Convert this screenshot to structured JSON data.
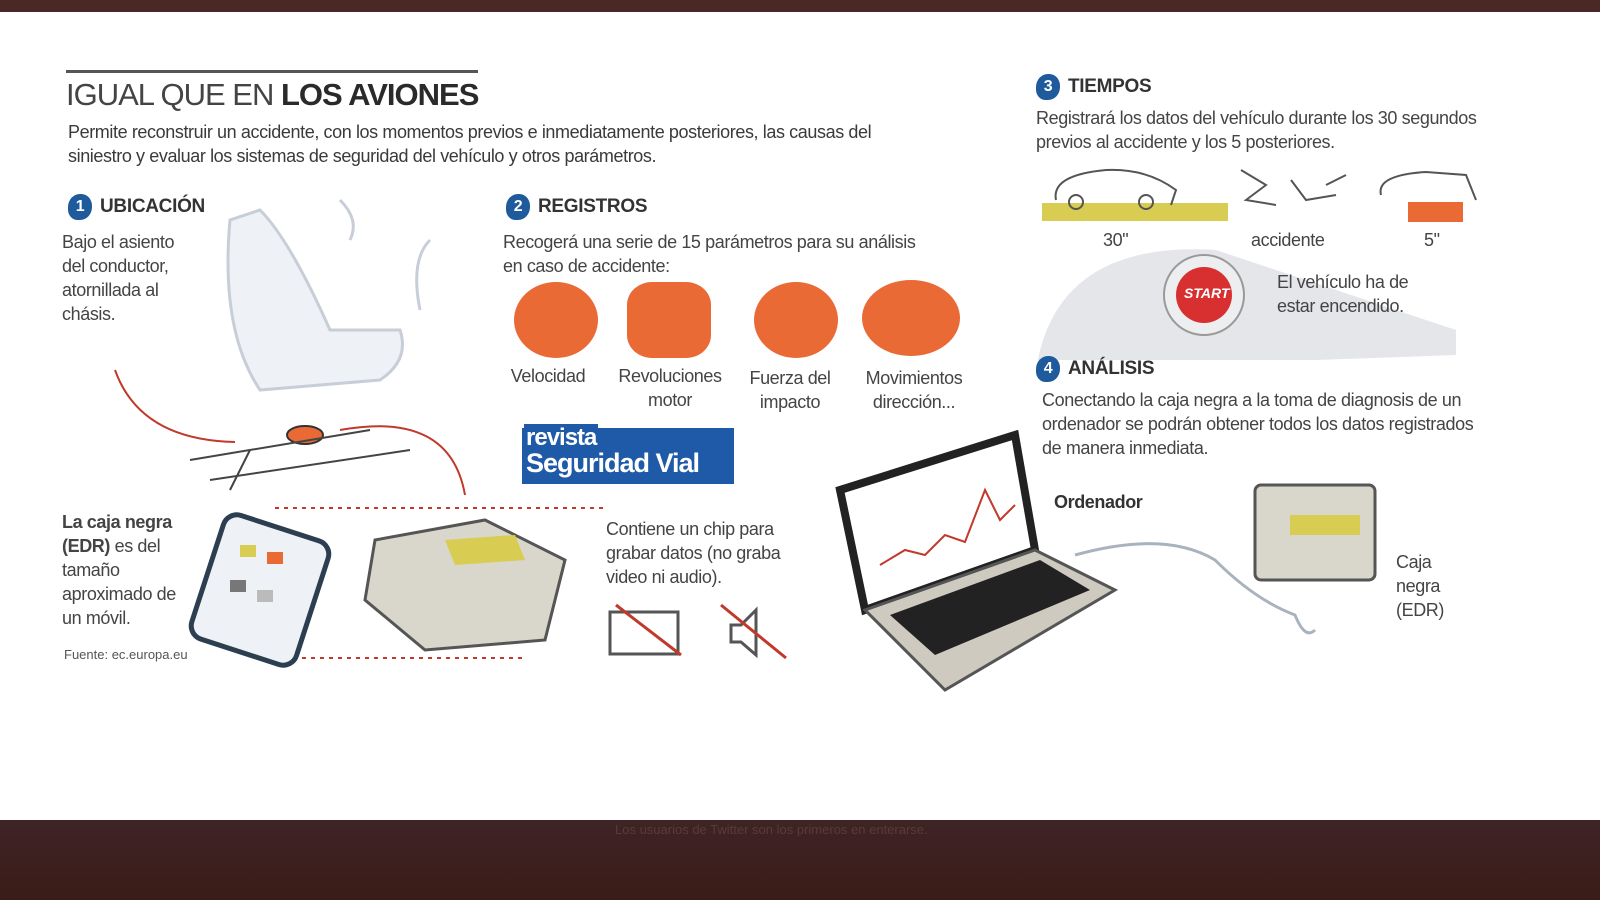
{
  "page": {
    "background_footer_text": "Los usuarios de Twitter son los primeros en enterarse.",
    "colors": {
      "accent_orange": "#e96a35",
      "number_badge_blue": "#1f5b9c",
      "bar_yellow": "#d8cc52",
      "frame_dark": "#4a2826"
    }
  },
  "infographic": {
    "title_light": "IGUAL QUE EN ",
    "title_bold": "LOS AVIONES",
    "intro": "Permite reconstruir un accidente, con los momentos previos e inmediatamente posteriores, las causas del siniestro y evaluar los sistemas de seguridad del vehículo y otros parámetros.",
    "sections": [
      {
        "number": "1",
        "heading": "UBICACIÓN",
        "text": "Bajo el asiento del conductor, atornillada al chásis."
      },
      {
        "number": "2",
        "heading": "REGISTROS",
        "text": "Recogerá una serie de 15 parámetros para su análisis en caso de accidente:",
        "parameters": [
          "Velocidad",
          "Revoluciones motor",
          "Fuerza del impacto",
          "Movimientos dirección..."
        ]
      },
      {
        "number": "3",
        "heading": "TIEMPOS",
        "text": "Registrará los datos del vehículo durante los 30 segundos previos al accidente y los 5 posteriores.",
        "timeline": [
          "30\"",
          "accidente",
          "5\""
        ],
        "start_label": "START",
        "note": "El vehículo ha de estar encendido."
      },
      {
        "number": "4",
        "heading": "ANÁLISIS",
        "text": "Conectando la caja negra a la toma de diagnosis de un ordenador se podrán obtener todos los datos registrados de manera inmediata.",
        "computer_label": "Ordenador",
        "box_label": "Caja negra (EDR)"
      }
    ],
    "size_bold": "La caja negra (EDR)",
    "size_text": " es del tamaño aproximado de un móvil.",
    "chip_text": "Contiene un chip para grabar datos (no graba video ni audio).",
    "source": "Fuente: ec.europa.eu",
    "logo_top": "revista",
    "logo_main": "Seguridad Vial"
  }
}
